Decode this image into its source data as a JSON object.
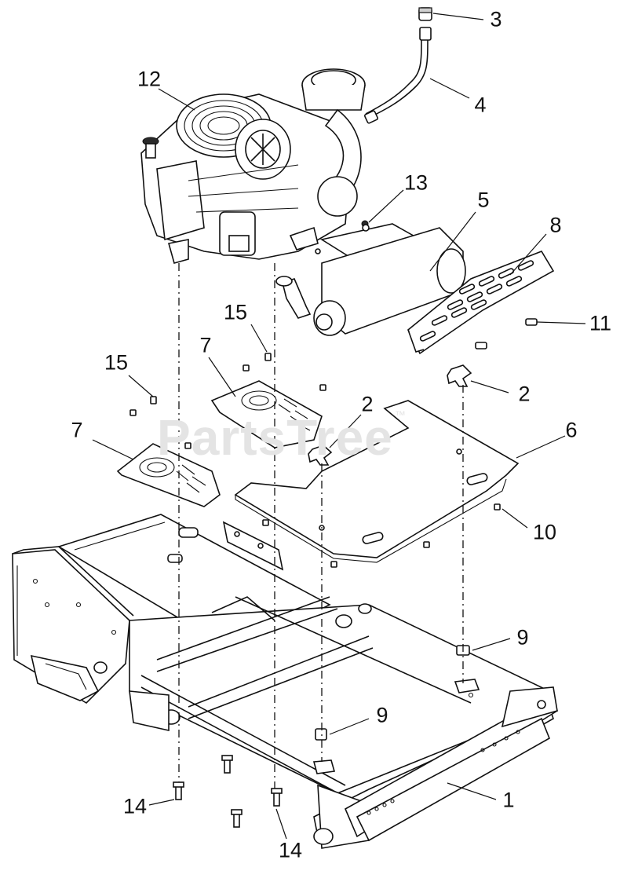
{
  "watermark": {
    "text": "PartsTree",
    "trademark": "™"
  },
  "callouts": [
    {
      "id": "c3",
      "text": "3"
    },
    {
      "id": "c4",
      "text": "4"
    },
    {
      "id": "c12",
      "text": "12"
    },
    {
      "id": "c13",
      "text": "13"
    },
    {
      "id": "c5",
      "text": "5"
    },
    {
      "id": "c8",
      "text": "8"
    },
    {
      "id": "c11",
      "text": "11"
    },
    {
      "id": "c15a",
      "text": "15"
    },
    {
      "id": "c15b",
      "text": "15"
    },
    {
      "id": "c7a",
      "text": "7"
    },
    {
      "id": "c7b",
      "text": "7"
    },
    {
      "id": "c2a",
      "text": "2"
    },
    {
      "id": "c2b",
      "text": "2"
    },
    {
      "id": "c6",
      "text": "6"
    },
    {
      "id": "c10",
      "text": "10"
    },
    {
      "id": "c9a",
      "text": "9"
    },
    {
      "id": "c9b",
      "text": "9"
    },
    {
      "id": "c1",
      "text": "1"
    },
    {
      "id": "c14a",
      "text": "14"
    },
    {
      "id": "c14b",
      "text": "14"
    }
  ]
}
